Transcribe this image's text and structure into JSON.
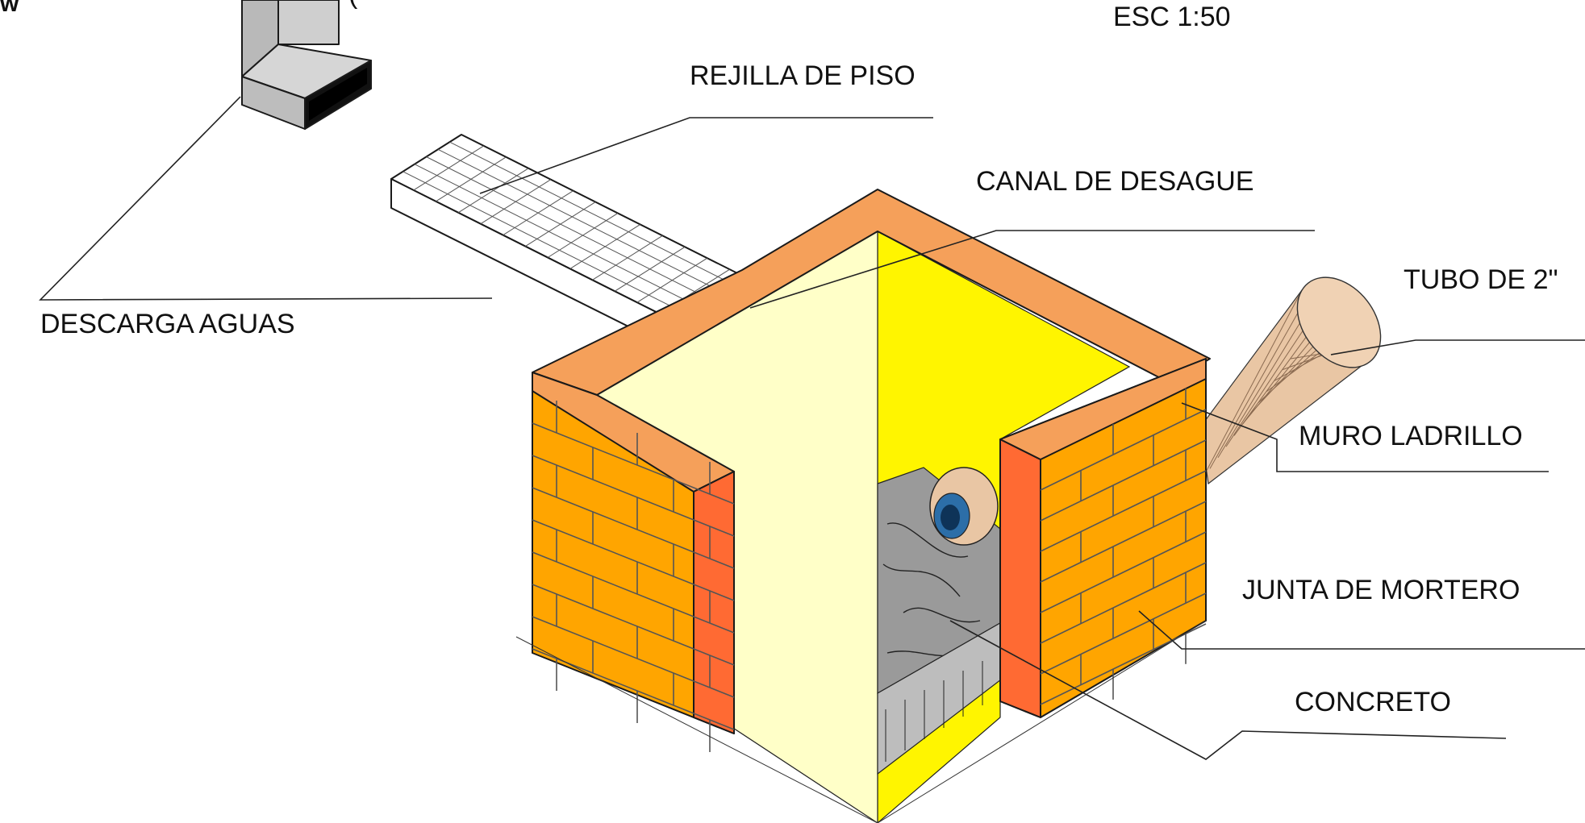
{
  "scale_label": "ESC 1:50",
  "top_left_fragment": "w",
  "top_paren_fragment": "(",
  "labels": {
    "rejilla": "REJILLA DE PISO",
    "canal": "CANAL DE DESAGUE",
    "descarga": "DESCARGA AGUAS",
    "tubo": "TUBO DE 2\"",
    "muro": "MURO LADRILLO",
    "junta": "JUNTA DE MORTERO",
    "concreto": "CONCRETO"
  },
  "colors": {
    "brick_top": "#F5A05A",
    "brick_face": "#FFA500",
    "brick_side": "#FF6A33",
    "inner_light": "#FFFFC8",
    "inner_yellow": "#FFF500",
    "concrete": "#9A9A9A",
    "pipe": "#E9C6A4",
    "downspout": "#C8C8C8"
  }
}
